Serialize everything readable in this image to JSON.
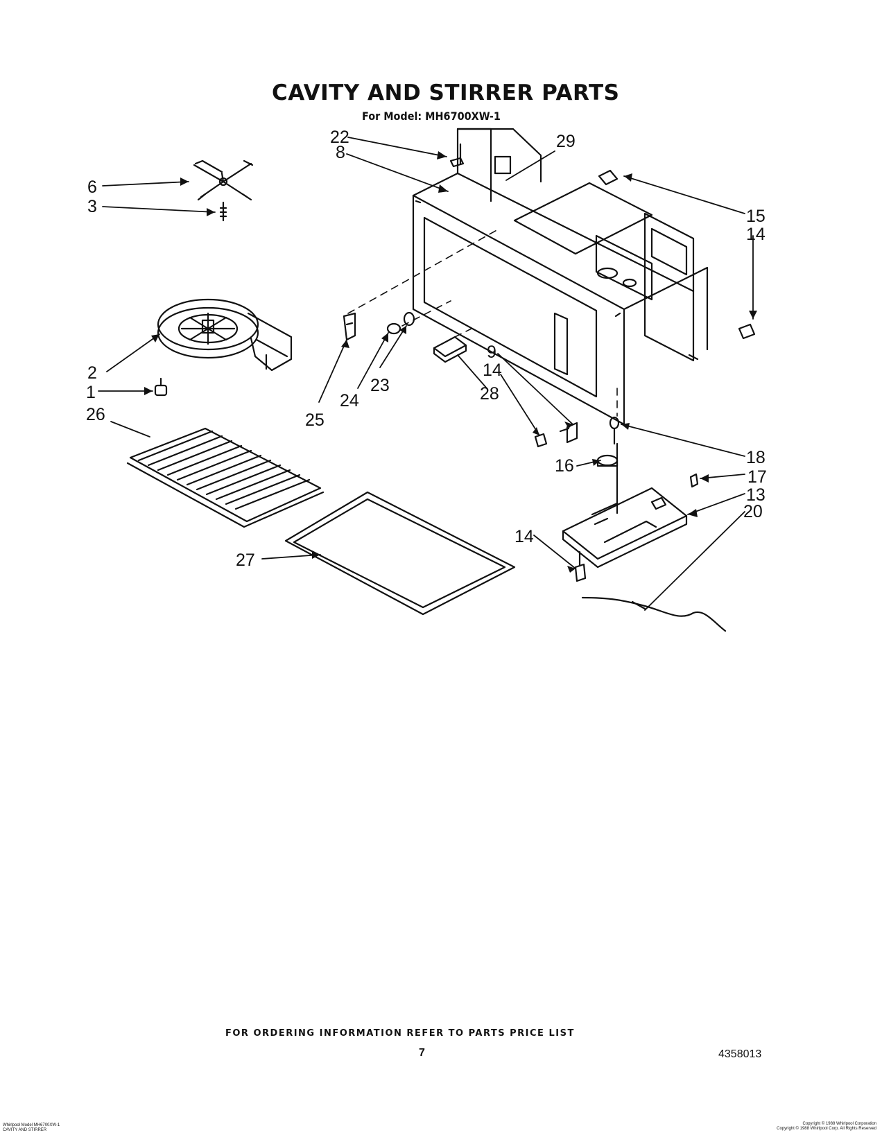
{
  "page": {
    "title": "CAVITY AND STIRRER PARTS",
    "subtitle": "For Model: MH6700XW-1",
    "footer_note": "FOR ORDERING INFORMATION REFER TO PARTS PRICE LIST",
    "page_number": "7",
    "document_number": "4358013",
    "footer_left_line1": "Whirlpool Model MH6700XW-1",
    "footer_left_line2": "CAVITY AND STIRRER",
    "footer_right_line1": "Copyright © 1988 Whirlpool Corporation",
    "footer_right_line2": "Copyright © 1988 Whirlpool Corp. All Rights Reserved"
  },
  "callouts": {
    "c1": "1",
    "c2": "2",
    "c3": "3",
    "c6": "6",
    "c8": "8",
    "c9": "9",
    "c13": "13",
    "c14a": "14",
    "c14b": "14",
    "c14c": "14",
    "c15": "15",
    "c16": "16",
    "c17": "17",
    "c18": "18",
    "c20": "20",
    "c22": "22",
    "c23": "23",
    "c24": "24",
    "c25": "25",
    "c26": "26",
    "c27": "27",
    "c28": "28",
    "c29": "29"
  }
}
